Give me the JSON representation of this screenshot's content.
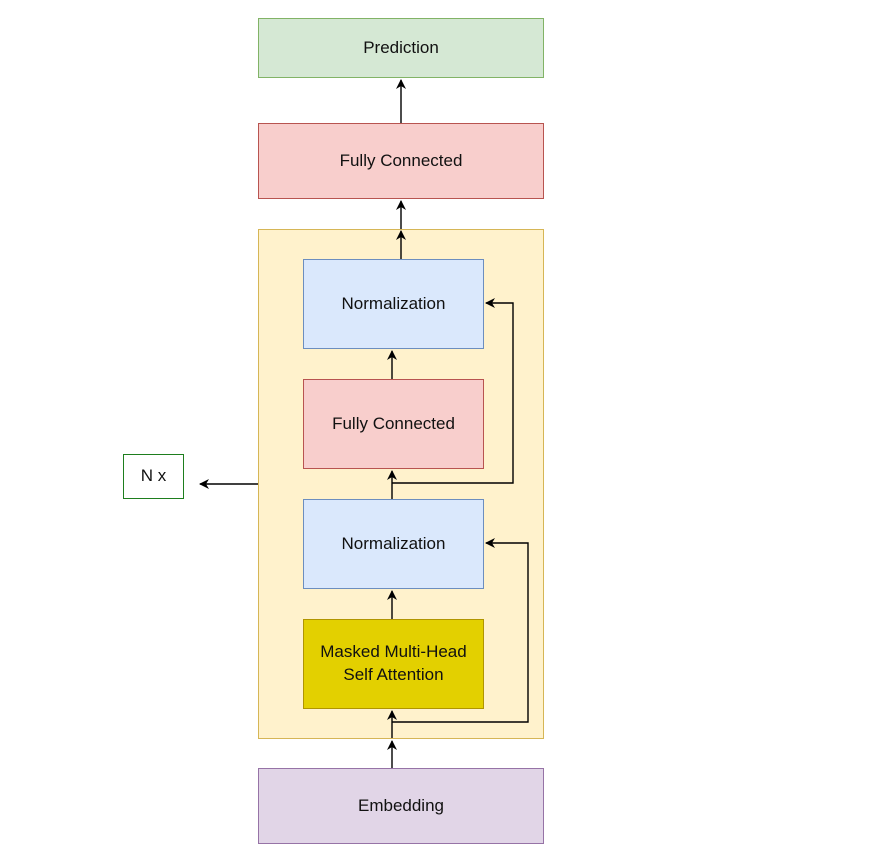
{
  "nodes": {
    "prediction": {
      "label": "Prediction",
      "fill": "#d5e8d4",
      "stroke": "#82b366"
    },
    "fc_top": {
      "label": "Fully Connected",
      "fill": "#f8cecc",
      "stroke": "#b85450"
    },
    "block": {
      "fill": "#fff2cc",
      "stroke": "#d6b656"
    },
    "norm_upper": {
      "label": "Normalization",
      "fill": "#dae8fc",
      "stroke": "#6c8ebf"
    },
    "fc_inner": {
      "label": "Fully Connected",
      "fill": "#f8cecc",
      "stroke": "#b85450"
    },
    "norm_lower": {
      "label": "Normalization",
      "fill": "#dae8fc",
      "stroke": "#6c8ebf"
    },
    "attention": {
      "label": "Masked Multi-Head\nSelf Attention",
      "fill": "#e3d000",
      "stroke": "#b09500"
    },
    "embedding": {
      "label": "Embedding",
      "fill": "#e1d5e7",
      "stroke": "#9673a6"
    },
    "repeat": {
      "label": "N x",
      "fill": "#ffffff",
      "stroke": "#1e7e1e"
    }
  },
  "edge_color": "#000000"
}
